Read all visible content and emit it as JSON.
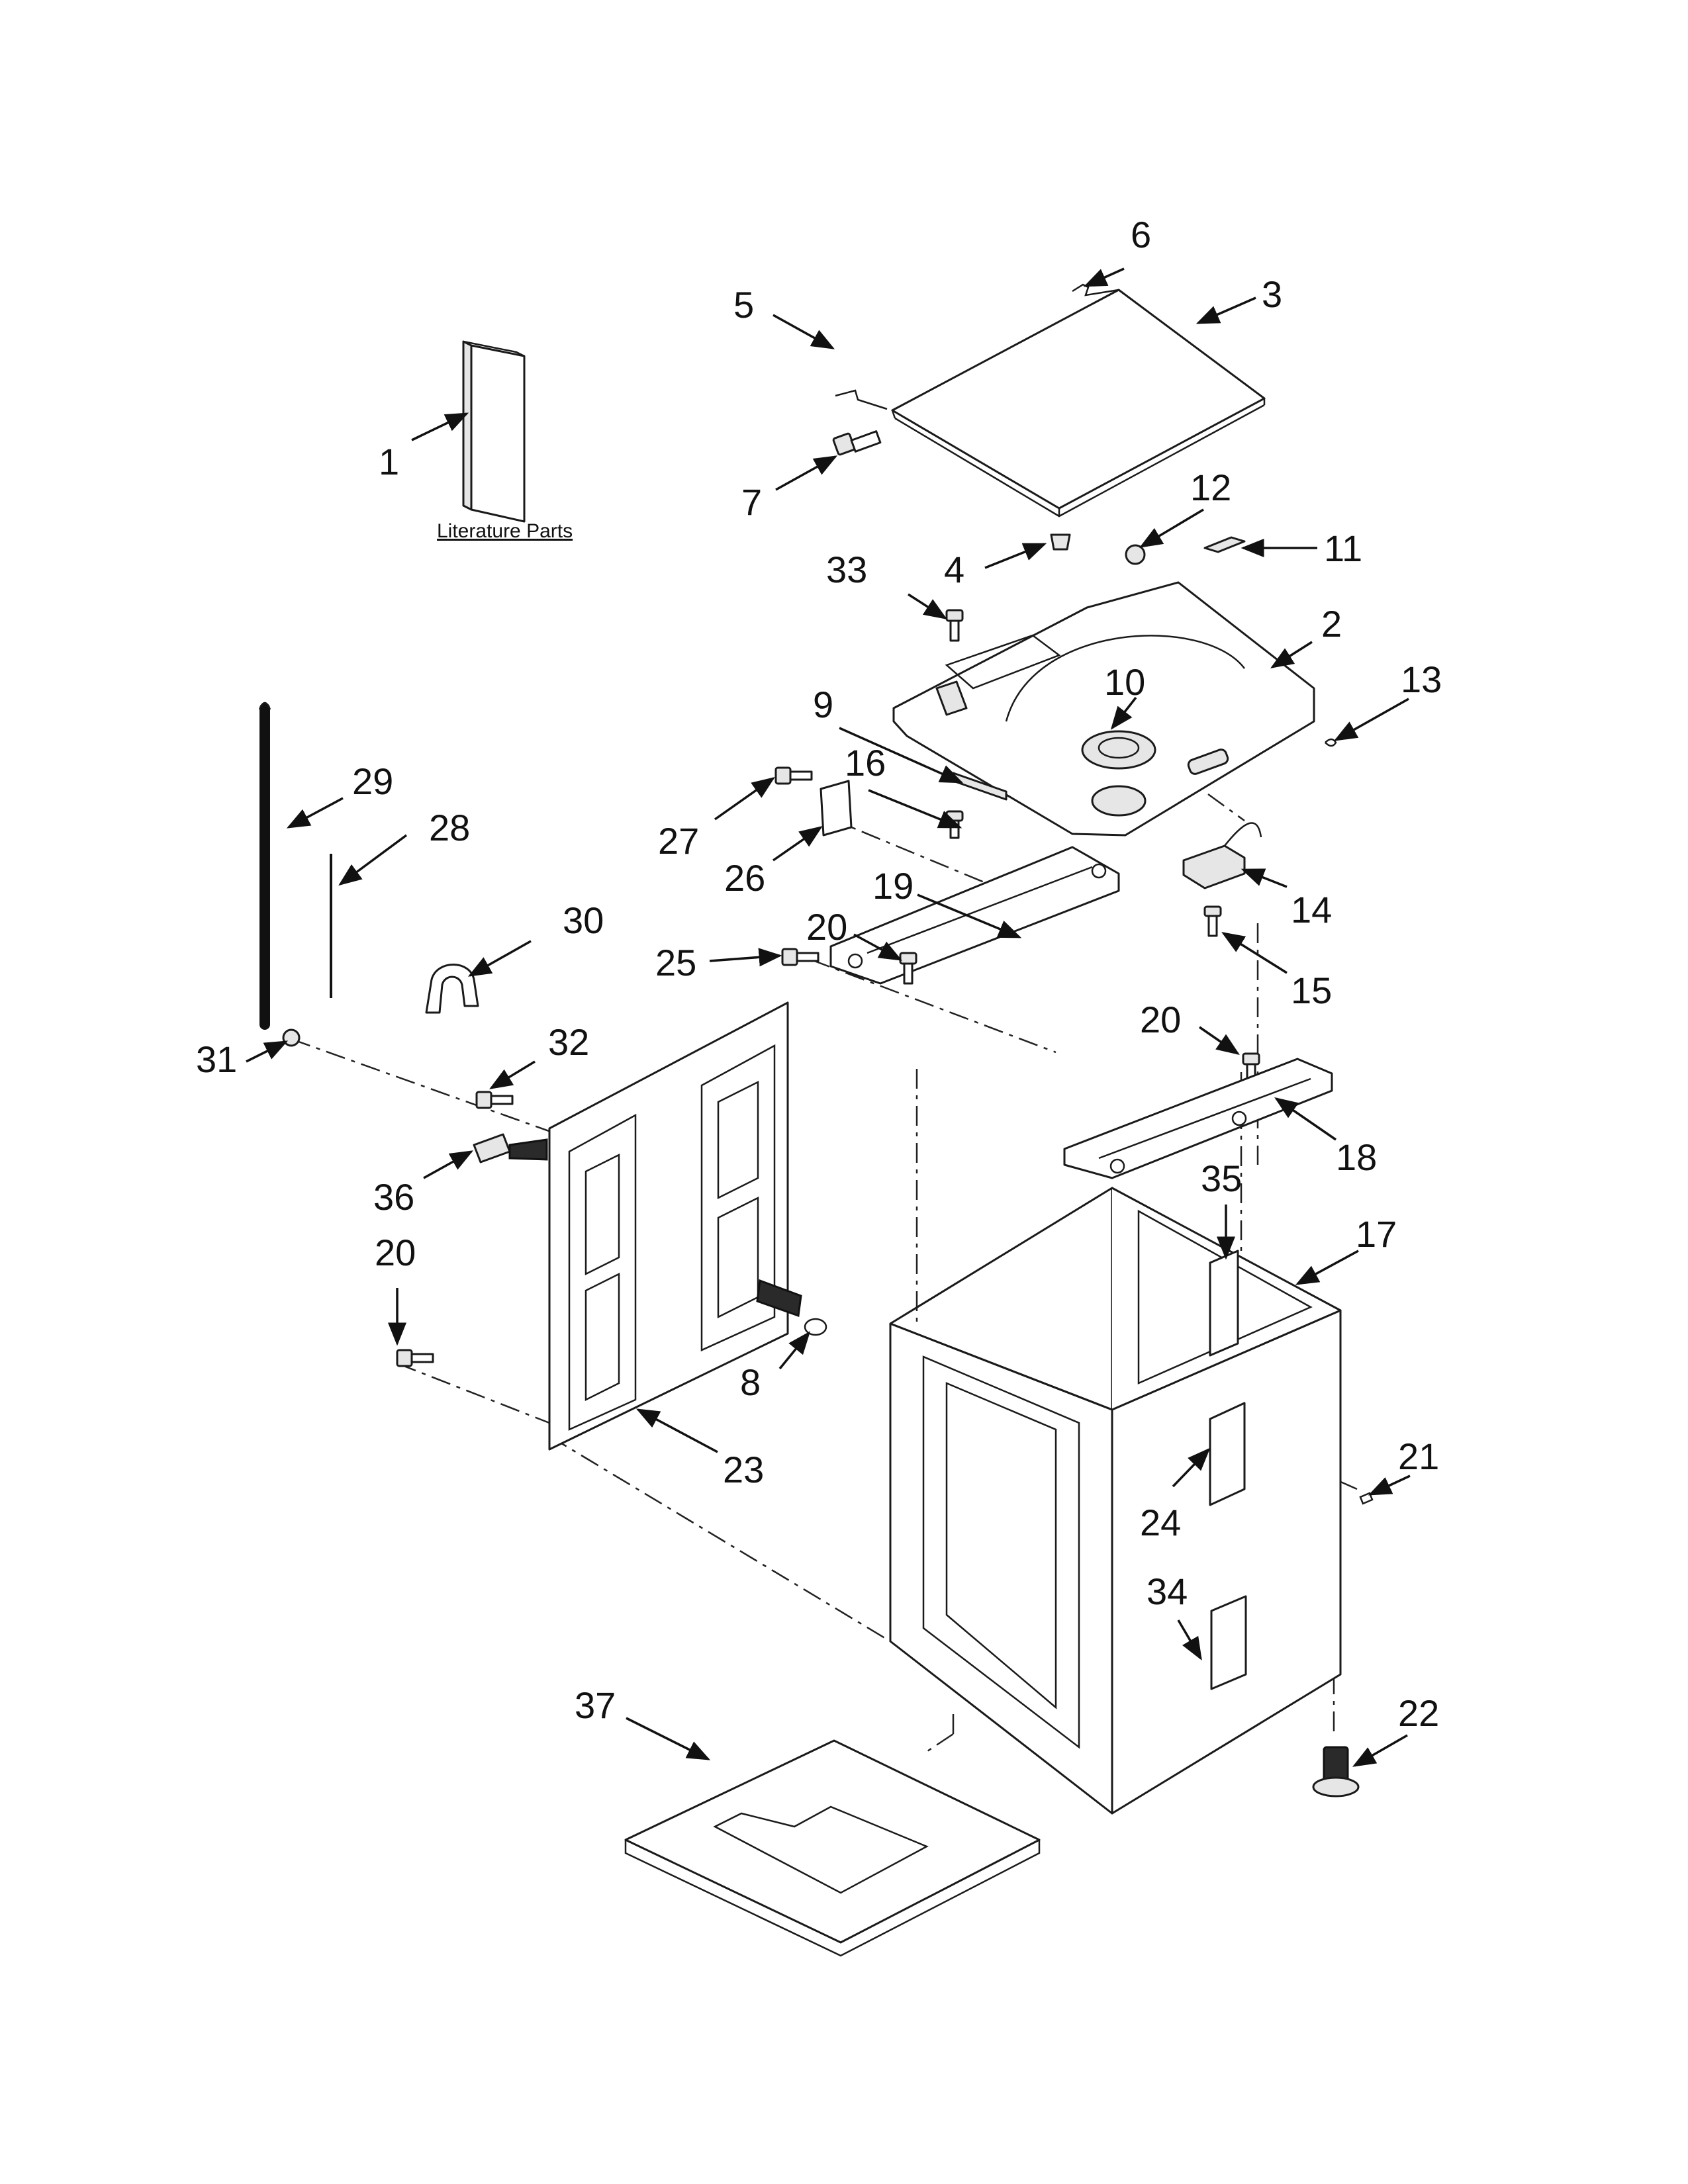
{
  "literature_label": "Literature Parts",
  "callouts": [
    {
      "id": "1",
      "label": "1"
    },
    {
      "id": "2",
      "label": "2"
    },
    {
      "id": "3",
      "label": "3"
    },
    {
      "id": "4",
      "label": "4"
    },
    {
      "id": "5",
      "label": "5"
    },
    {
      "id": "6",
      "label": "6"
    },
    {
      "id": "7",
      "label": "7"
    },
    {
      "id": "8",
      "label": "8"
    },
    {
      "id": "9",
      "label": "9"
    },
    {
      "id": "10",
      "label": "10"
    },
    {
      "id": "11",
      "label": "11"
    },
    {
      "id": "12",
      "label": "12"
    },
    {
      "id": "13",
      "label": "13"
    },
    {
      "id": "14",
      "label": "14"
    },
    {
      "id": "15",
      "label": "15"
    },
    {
      "id": "16",
      "label": "16"
    },
    {
      "id": "17",
      "label": "17"
    },
    {
      "id": "18",
      "label": "18"
    },
    {
      "id": "19",
      "label": "19"
    },
    {
      "id": "20a",
      "label": "20"
    },
    {
      "id": "20b",
      "label": "20"
    },
    {
      "id": "20c",
      "label": "20"
    },
    {
      "id": "21",
      "label": "21"
    },
    {
      "id": "22",
      "label": "22"
    },
    {
      "id": "23",
      "label": "23"
    },
    {
      "id": "24",
      "label": "24"
    },
    {
      "id": "25",
      "label": "25"
    },
    {
      "id": "26",
      "label": "26"
    },
    {
      "id": "27",
      "label": "27"
    },
    {
      "id": "28",
      "label": "28"
    },
    {
      "id": "29",
      "label": "29"
    },
    {
      "id": "30",
      "label": "30"
    },
    {
      "id": "31",
      "label": "31"
    },
    {
      "id": "32",
      "label": "32"
    },
    {
      "id": "33",
      "label": "33"
    },
    {
      "id": "34",
      "label": "34"
    },
    {
      "id": "35",
      "label": "35"
    },
    {
      "id": "36",
      "label": "36"
    },
    {
      "id": "37",
      "label": "37"
    }
  ]
}
